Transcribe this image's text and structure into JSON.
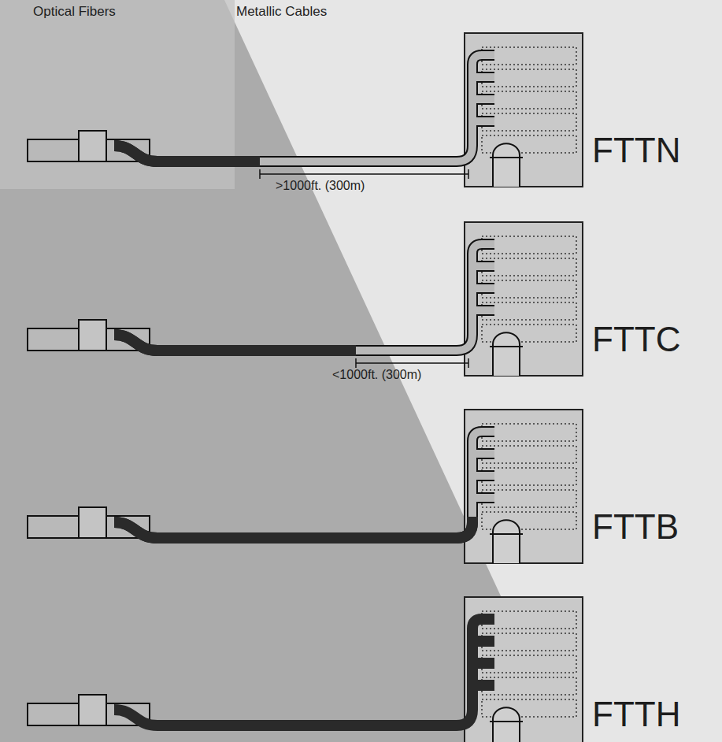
{
  "diagram": {
    "labels": [
      "Optical Fibers",
      "Metallic Cables",
      "FTTN",
      ">1000ft. (300m)",
      "FTTC",
      "<1000ft. (300m)",
      "FTTB",
      "FTTH"
    ]
  }
}
